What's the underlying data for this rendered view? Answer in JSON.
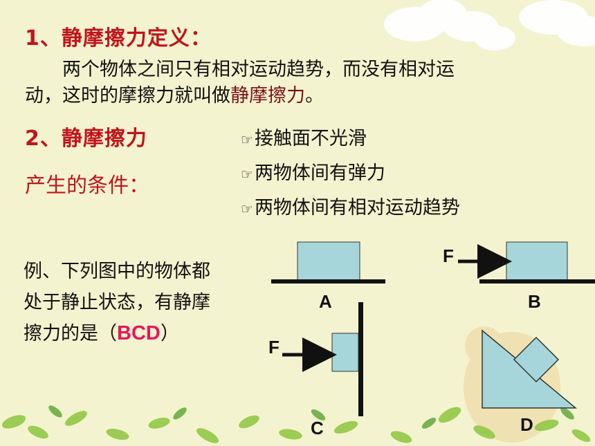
{
  "section1": {
    "title": "1、静摩擦力定义：",
    "line1": "两个物体之间只有相对运动趋势，而没有相对运",
    "line2_prefix": "动，这时的摩擦力就叫做",
    "line2_highlight": "静摩擦力",
    "line2_suffix": "。"
  },
  "section2": {
    "title_line1": "2、静摩擦力",
    "title_line2": "产生的条件：",
    "bullet_icon": "pointing-hand-icon",
    "conditions": [
      "接触面不光滑",
      "两物体间有弹力",
      "两物体间有相对运动趋势"
    ]
  },
  "example": {
    "line1": "例、下列图中的物体都",
    "line2": "处于静止状态，有静摩",
    "line3_prefix": "擦力的是（",
    "answer": "BCD",
    "line3_suffix": "）"
  },
  "diagrams": {
    "a_label": "A",
    "b_label": "B",
    "c_label": "C",
    "d_label": "D",
    "force_label": "F"
  },
  "colors": {
    "title_red": "#c0141c",
    "highlight": "#7a0f18",
    "answer_pink": "#e8155a",
    "block_fill": "#a6d6da"
  }
}
